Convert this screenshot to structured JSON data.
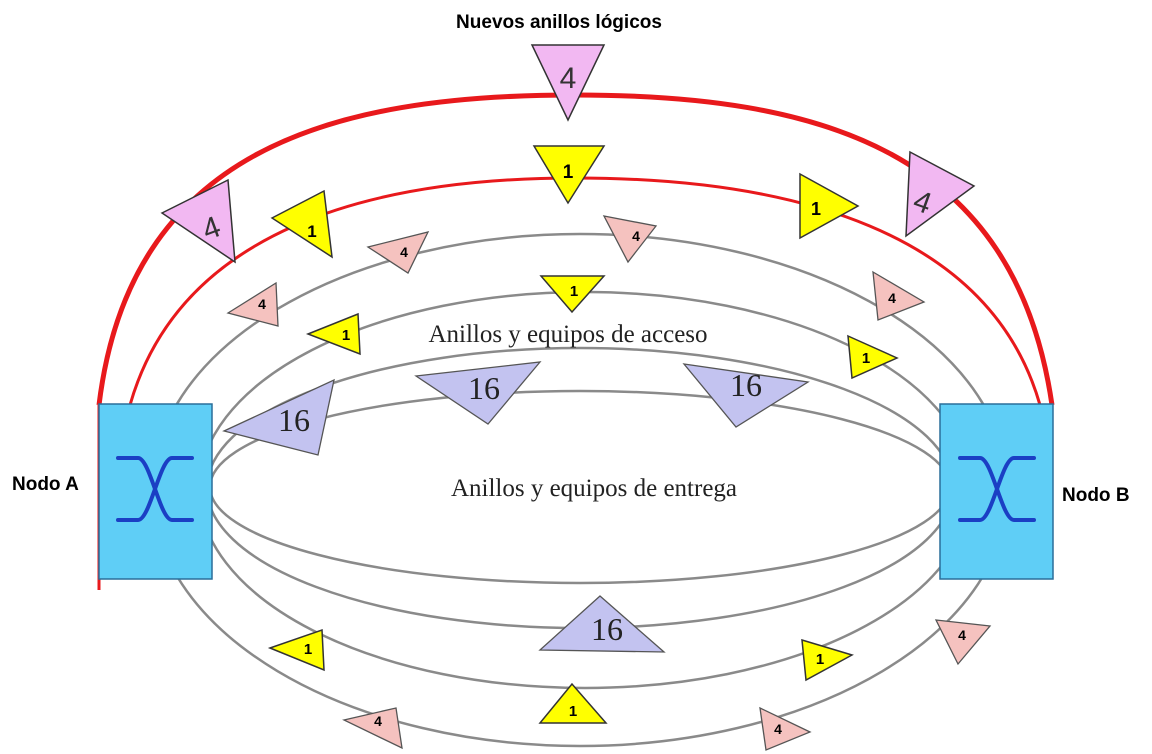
{
  "title": "Nuevos anillos lógicos",
  "labels": {
    "access": "Anillos y equipos de acceso",
    "delivery": "Anillos y equipos de entrega"
  },
  "nodes": {
    "a": "Nodo A",
    "b": "Nodo B"
  },
  "colors": {
    "new_ring": "#e8191c",
    "ring": "#8a8a8a",
    "node_fill": "#5fcef6",
    "switch_symbol": "#1b3fc4",
    "tri_logical": "#f2b8f2",
    "tri_access": "#ffff00",
    "tri_pink": "#f5c2bf",
    "tri_delivery": "#c3c3f0"
  },
  "triangle_values": {
    "logical": "4",
    "access": "1",
    "pink": "4",
    "delivery": "16"
  }
}
